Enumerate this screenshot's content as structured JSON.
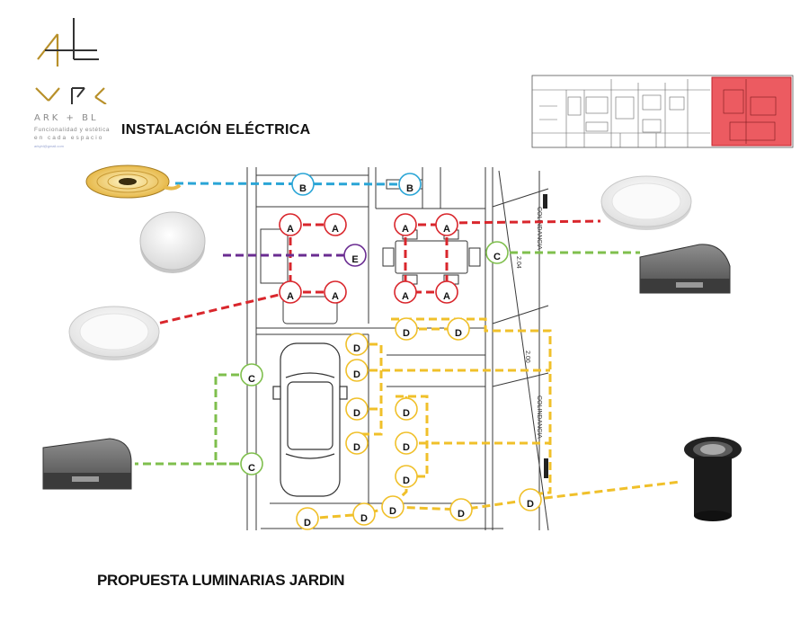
{
  "logo": {
    "name": "ARK + BL",
    "tagline_1": "Funcionalidad y estética",
    "tagline_2": "en cada espacio",
    "website": "arkybl@gmail.com"
  },
  "title": "INSTALACIÓN ELÉCTRICA",
  "bottom_title": "PROPUESTA LUMINARIAS JARDIN",
  "plan_labels": {
    "colindancia_1": "COLINDANCIA",
    "colindancia_2": "COLINDANCIA",
    "dim_1": "2.00",
    "dim_2": "2.04"
  },
  "legend_colors": {
    "A": "#d9262c",
    "B": "#2aa5d6",
    "C": "#7fbf4d",
    "D": "#f0c02a",
    "E": "#6a2c91"
  },
  "fixtures": [
    {
      "letter": "A",
      "type": "round-surface-panel"
    },
    {
      "letter": "B",
      "type": "led-strip"
    },
    {
      "letter": "C",
      "type": "wall-step-light"
    },
    {
      "letter": "D",
      "type": "inground-spot"
    },
    {
      "letter": "E",
      "type": "square-surface-panel"
    }
  ],
  "markers": {
    "A": "A",
    "B": "B",
    "C": "C",
    "D": "D",
    "E": "E"
  }
}
